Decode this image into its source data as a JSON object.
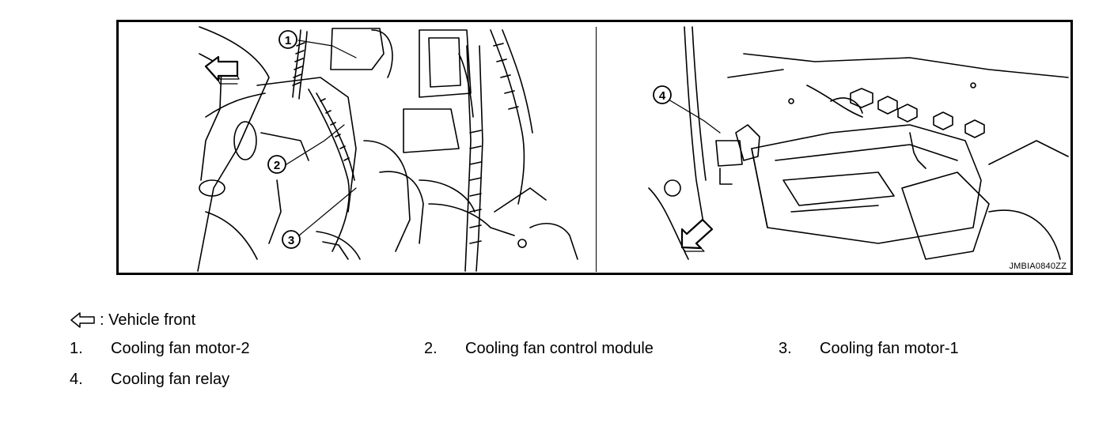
{
  "figure": {
    "code": "JMBIA0840ZZ",
    "callouts": [
      "1",
      "2",
      "3",
      "4"
    ]
  },
  "legend": {
    "arrow_icon": "hollow-arrow-left-icon",
    "label": ": Vehicle front"
  },
  "items": [
    {
      "num": "1.",
      "text": "Cooling fan motor-2"
    },
    {
      "num": "2.",
      "text": "Cooling fan control module"
    },
    {
      "num": "3.",
      "text": "Cooling fan motor-1"
    },
    {
      "num": "4.",
      "text": "Cooling fan relay"
    }
  ]
}
